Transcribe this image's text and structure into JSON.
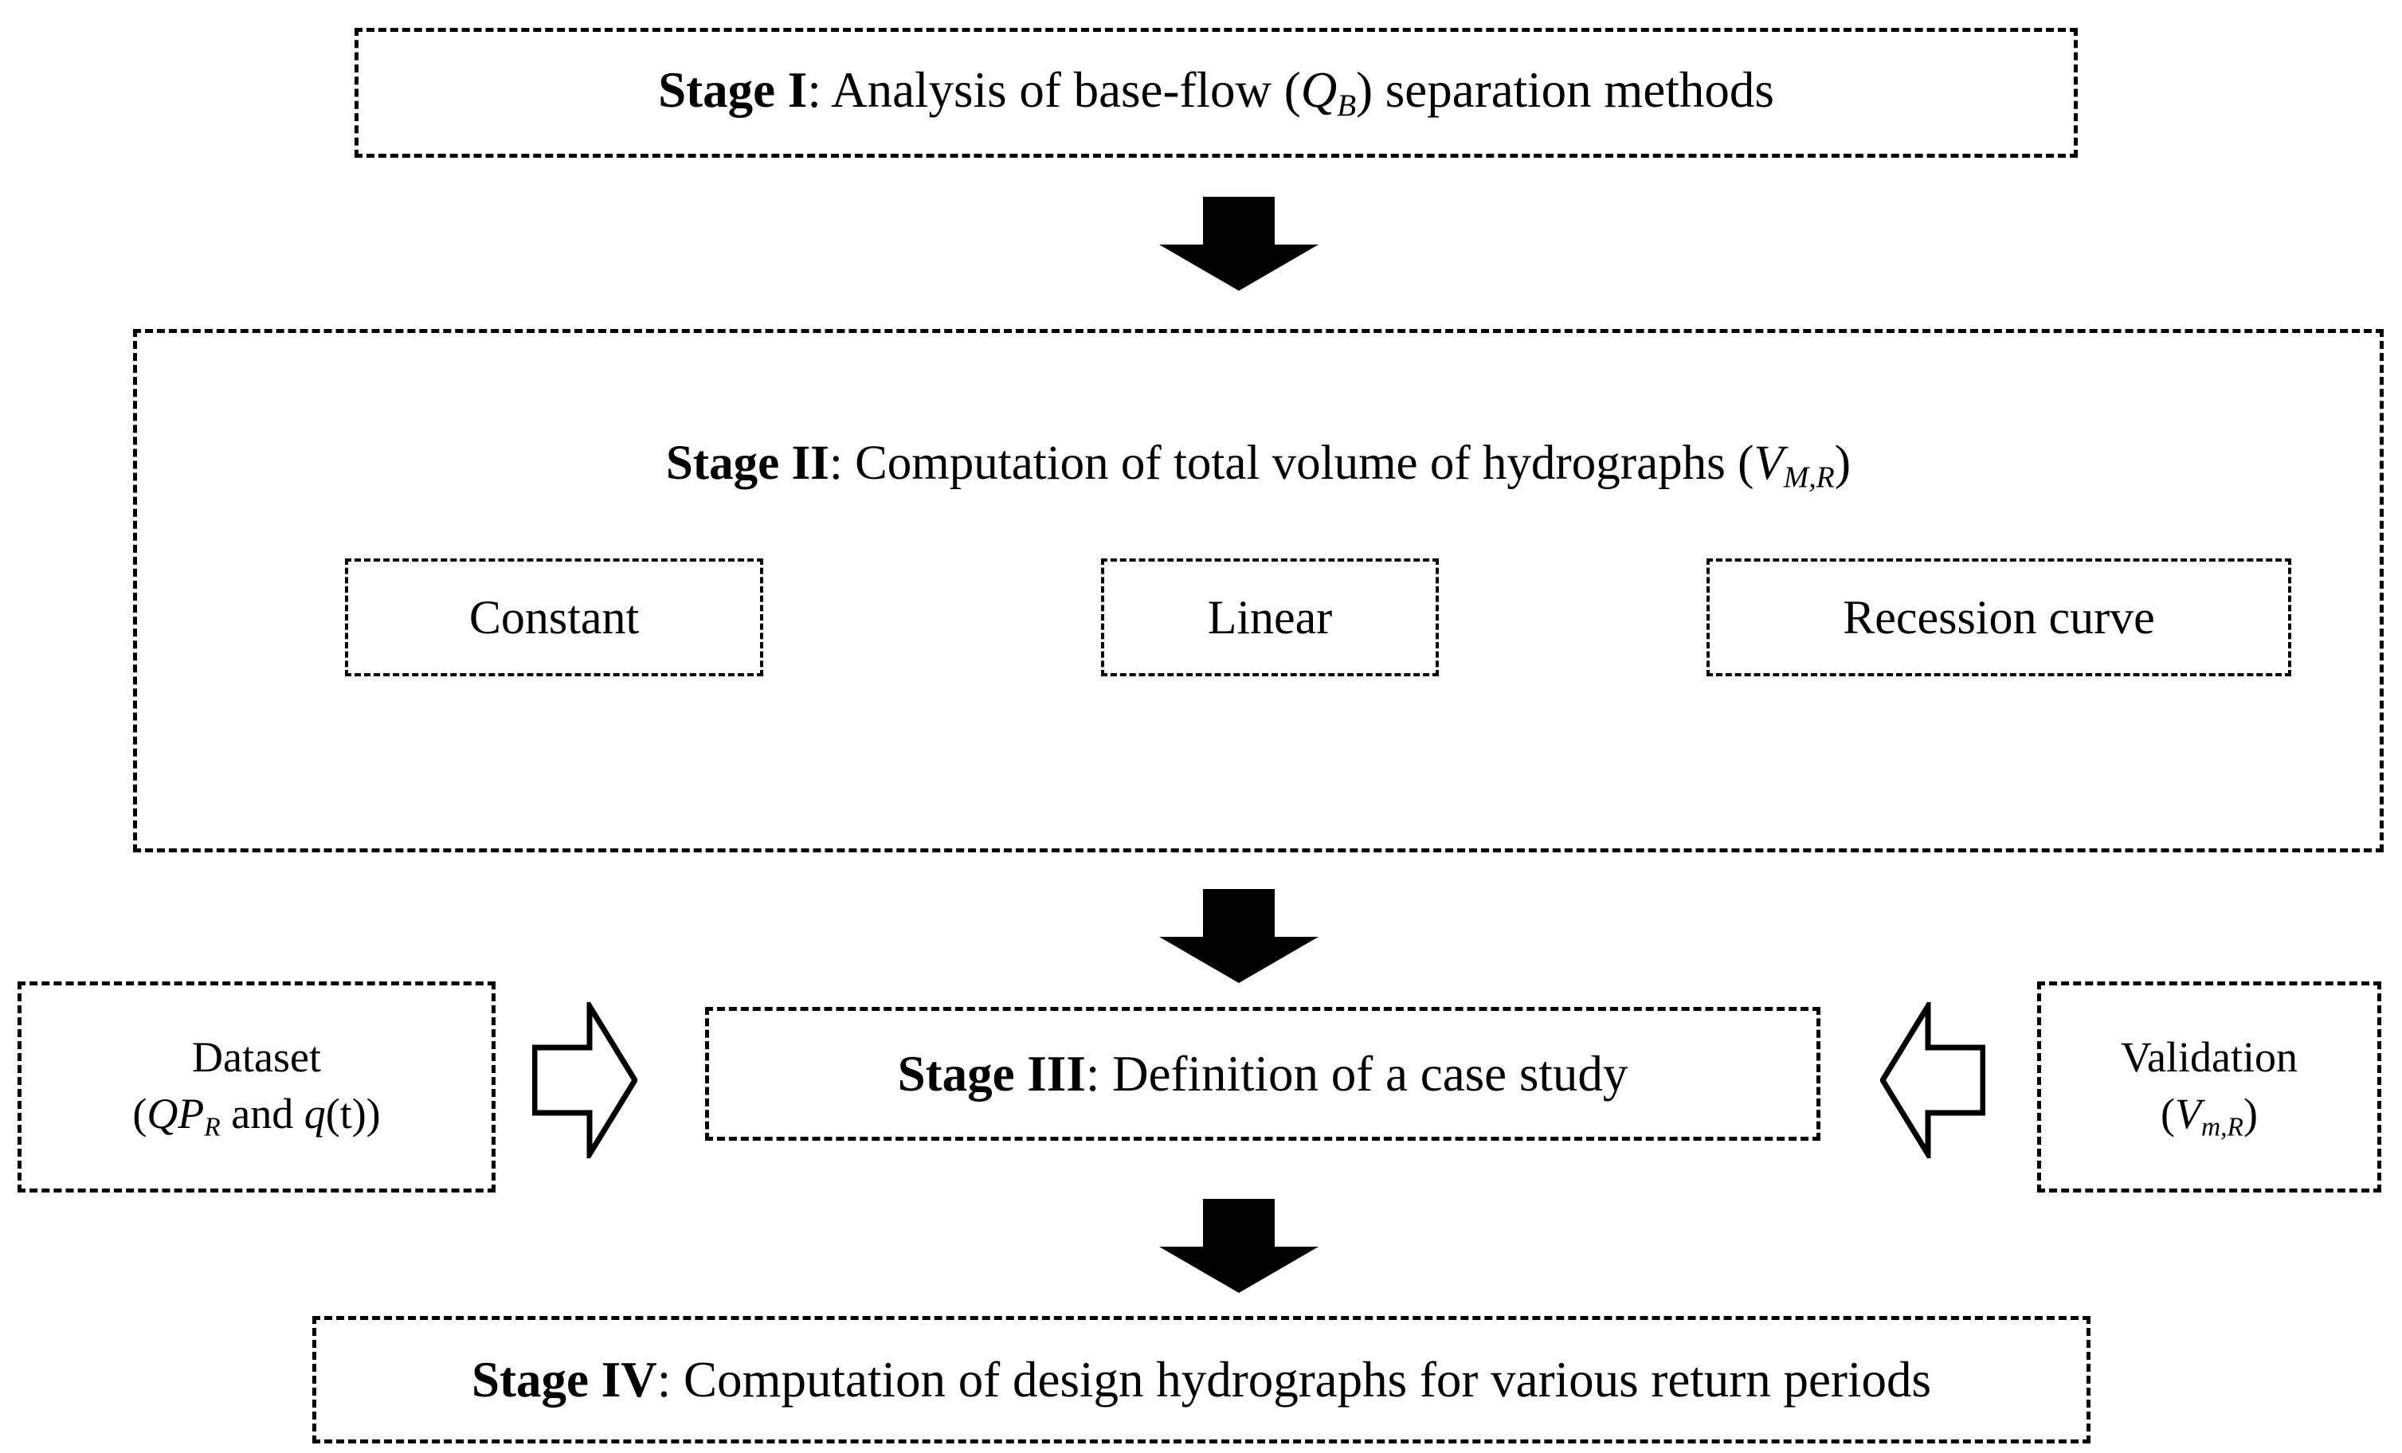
{
  "diagram": {
    "title": "Four-stage methodology flowchart for design hydrograph computation",
    "colors": {
      "background": "#ffffff",
      "stroke": "#000000",
      "arrow_fill_solid": "#000000",
      "arrow_fill_hollow": "#ffffff"
    }
  },
  "stages": {
    "stage1": {
      "label_bold": "Stage I",
      "label_rest": ": Analysis of base-flow (",
      "symbol_var": "Q",
      "symbol_sub": "B",
      "label_tail": ") separation methods",
      "full_text": "Stage I: Analysis of base-flow (Q_B) separation methods"
    },
    "stage2": {
      "label_bold": "Stage II",
      "label_rest": ": Computation of total volume of hydrographs (",
      "symbol_var": "V",
      "symbol_sub": "M,R",
      "label_tail": ")",
      "full_text": "Stage II: Computation of total volume of hydrographs (V_M,R)",
      "methods": [
        {
          "label": "Constant"
        },
        {
          "label": "Linear"
        },
        {
          "label": "Recession curve"
        }
      ]
    },
    "stage3": {
      "label_bold": "Stage III",
      "label_rest": ": Definition of a case study",
      "full_text": "Stage III: Definition of a case study"
    },
    "stage4": {
      "label_bold": "Stage IV",
      "label_rest": ": Computation of design hydrographs for various return periods",
      "full_text": "Stage IV: Computation of design hydrographs for various return periods"
    }
  },
  "side_boxes": {
    "dataset": {
      "line1": "Dataset",
      "line2_open": "(",
      "line2_var1": "QP",
      "line2_sub1": "R",
      "line2_mid": " and ",
      "line2_var2": "q",
      "line2_tail": "(t))",
      "full_text": "Dataset (QP_R and q(t))"
    },
    "validation": {
      "line1": "Validation",
      "line2_open": "(",
      "line2_var": "V",
      "line2_sub": "m,R",
      "line2_close": ")",
      "full_text": "Validation (V_m,R)"
    }
  },
  "arrows": [
    {
      "name": "arrow-stage1-to-stage2",
      "direction": "down",
      "style": "solid-black"
    },
    {
      "name": "arrow-stage2-to-stage3",
      "direction": "down",
      "style": "solid-black"
    },
    {
      "name": "arrow-stage3-to-stage4",
      "direction": "down",
      "style": "solid-black"
    },
    {
      "name": "arrow-dataset-to-stage3",
      "direction": "right",
      "style": "hollow-outline"
    },
    {
      "name": "arrow-validation-to-stage3",
      "direction": "left",
      "style": "hollow-outline"
    }
  ]
}
